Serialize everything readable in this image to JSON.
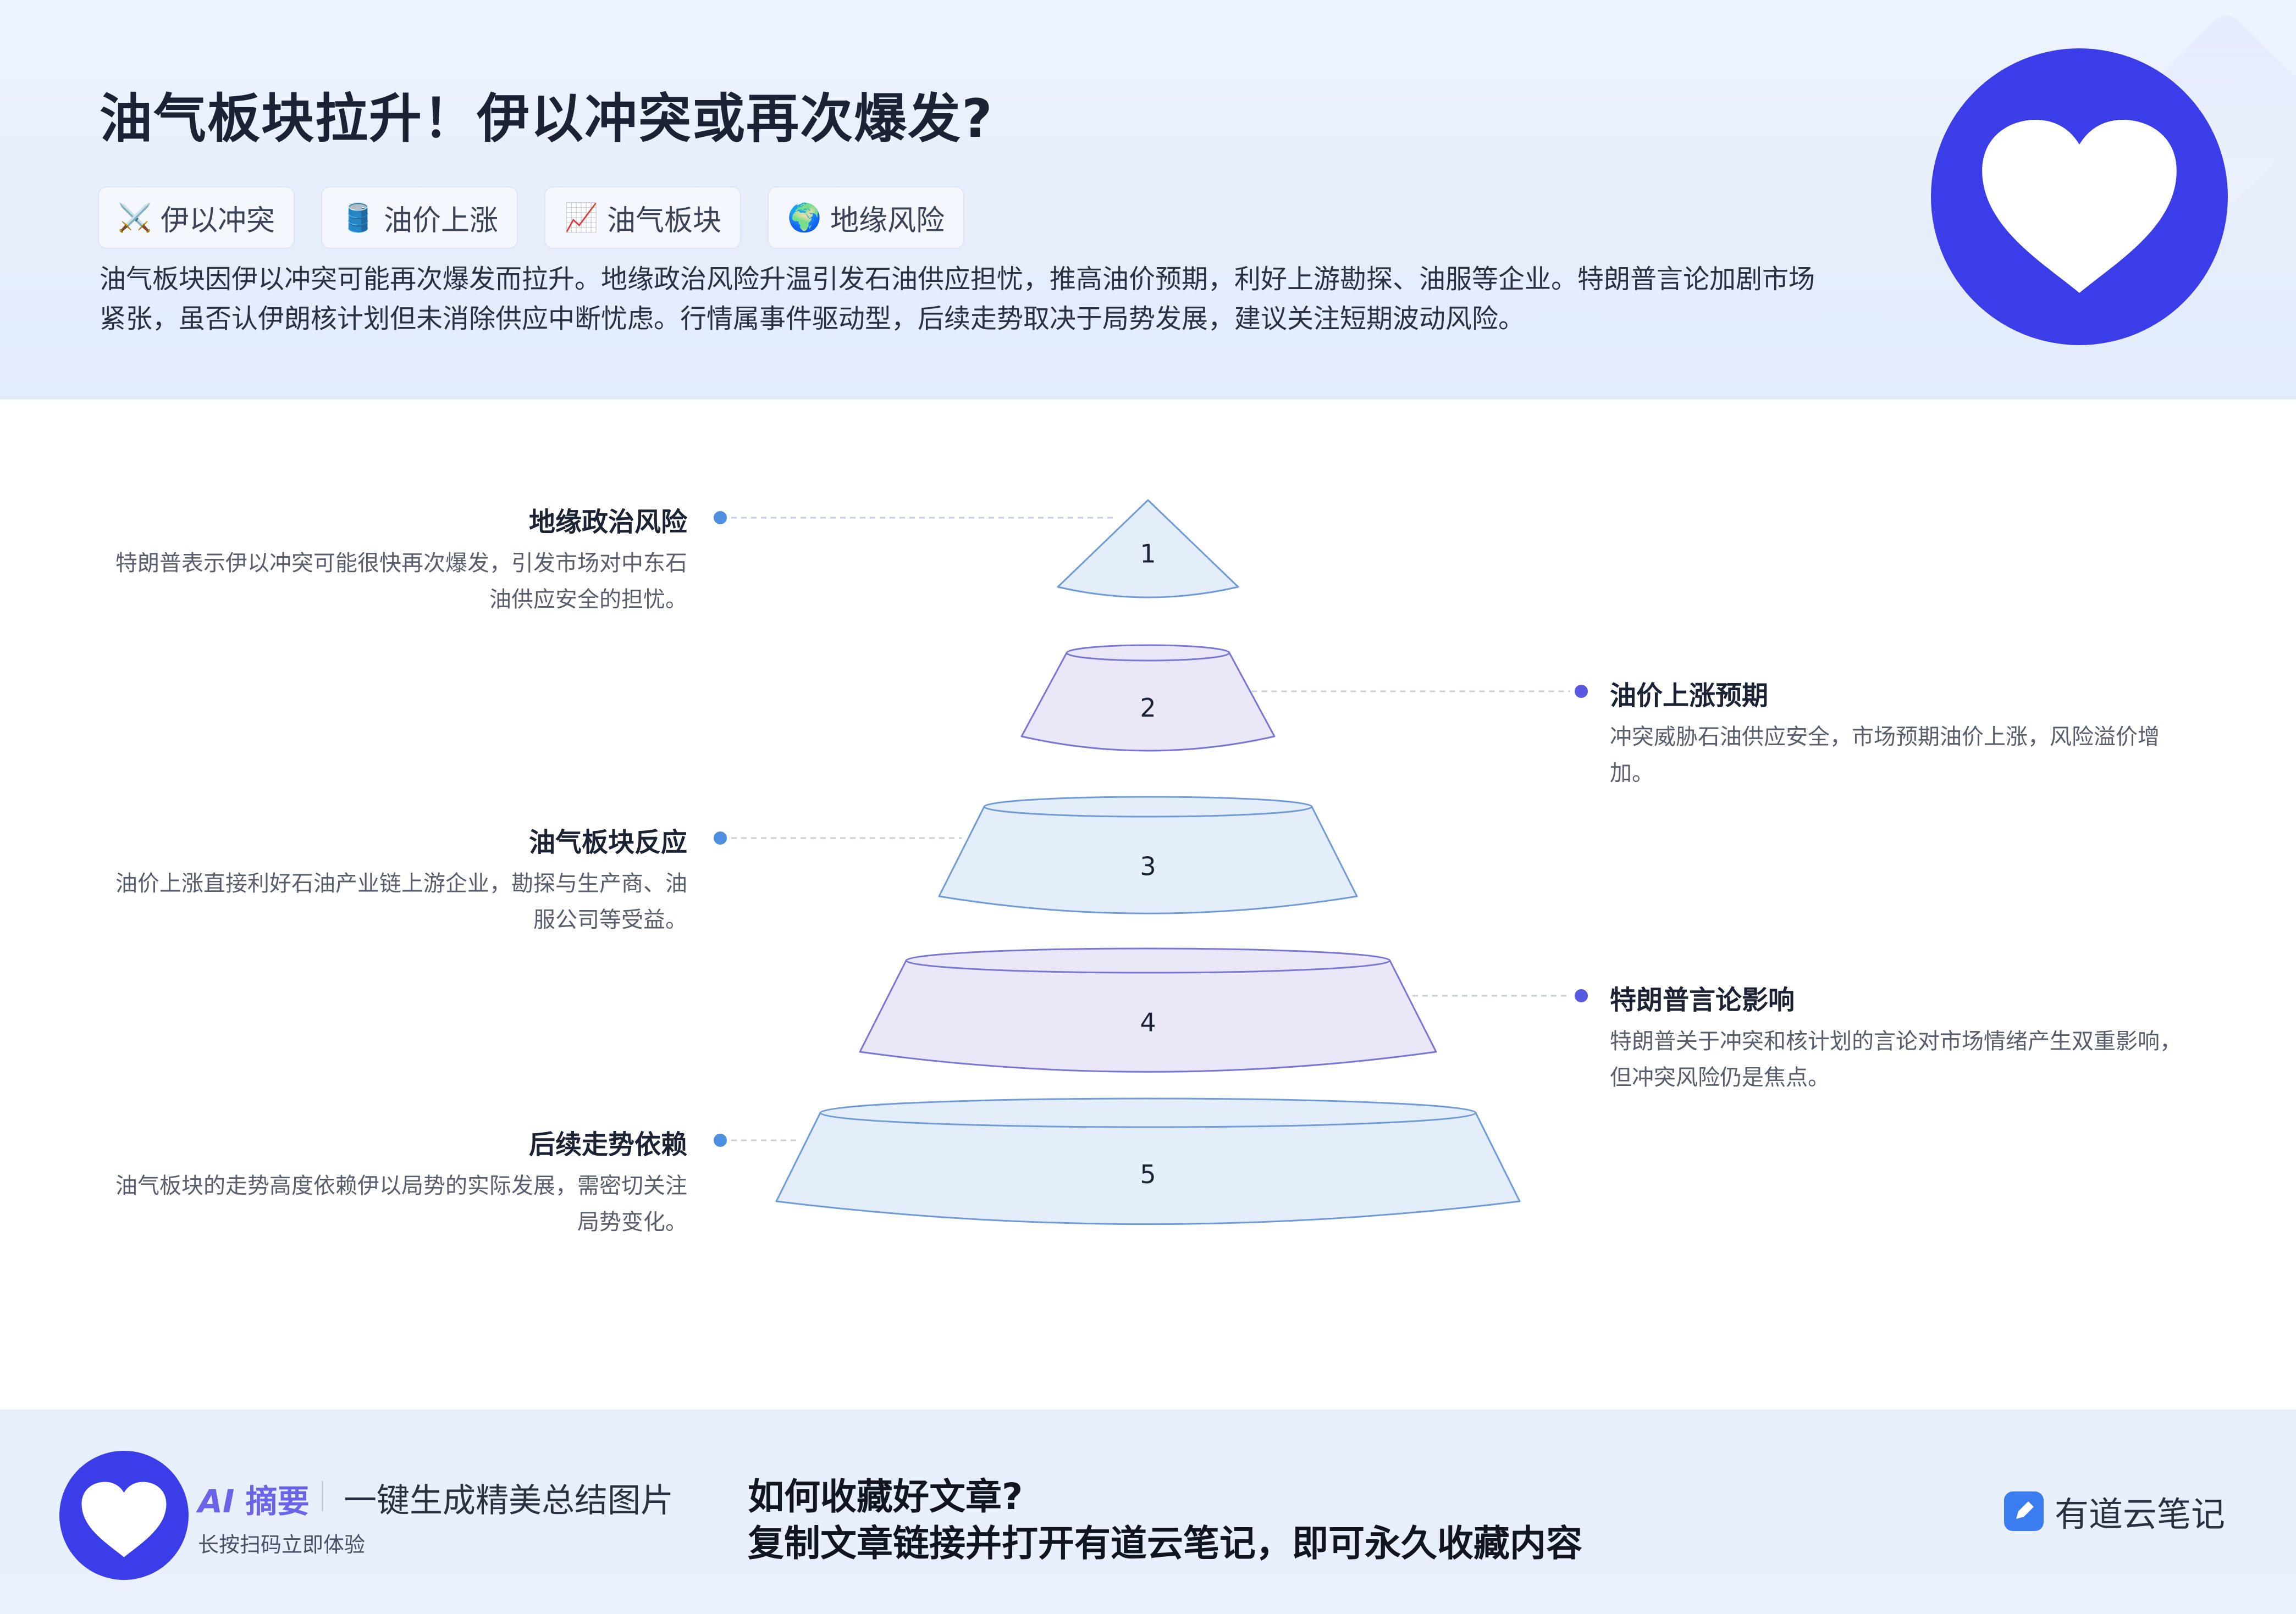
{
  "header": {
    "title": "油气板块拉升！伊以冲突或再次爆发?",
    "tags": [
      {
        "icon": "⚔️",
        "icon_name": "crossed-swords-icon",
        "label": "伊以冲突"
      },
      {
        "icon": "🛢️",
        "icon_name": "oil-drum-icon",
        "label": "油价上涨"
      },
      {
        "icon": "📈",
        "icon_name": "chart-up-icon",
        "label": "油气板块"
      },
      {
        "icon": "🌍",
        "icon_name": "globe-icon",
        "label": "地缘风险"
      }
    ],
    "summary": "油气板块因伊以冲突可能再次爆发而拉升。地缘政治风险升温引发石油供应担忧，推高油价预期，利好上游勘探、油服等企业。特朗普言论加剧市场紧张，虽否认伊朗核计划但未消除供应中断忧虑。行情属事件驱动型，后续走势取决于局势发展，建议关注短期波动风险。"
  },
  "pyramid": {
    "levels": [
      {
        "number": "1",
        "side": "left",
        "title": "地缘政治风险",
        "desc": "特朗普表示伊以冲突可能很快再次爆发，引发市场对中东石油供应安全的担忧。",
        "fill": "#e4eefb",
        "stroke": "#6f9bd8",
        "dot": "#4f8fe0"
      },
      {
        "number": "2",
        "side": "right",
        "title": "油价上涨预期",
        "desc": "冲突威胁石油供应安全，市场预期油价上涨，风险溢价增加。",
        "fill": "#eae8f8",
        "stroke": "#7a76d6",
        "dot": "#5a57e0"
      },
      {
        "number": "3",
        "side": "left",
        "title": "油气板块反应",
        "desc": "油价上涨直接利好石油产业链上游企业，勘探与生产商、油服公司等受益。",
        "fill": "#e4eefb",
        "stroke": "#6f9bd8",
        "dot": "#4f8fe0"
      },
      {
        "number": "4",
        "side": "right",
        "title": "特朗普言论影响",
        "desc": "特朗普关于冲突和核计划的言论对市场情绪产生双重影响，但冲突风险仍是焦点。",
        "fill": "#eae8f8",
        "stroke": "#7a76d6",
        "dot": "#5a57e0"
      },
      {
        "number": "5",
        "side": "left",
        "title": "后续走势依赖",
        "desc": "油气板块的走势高度依赖伊以局势的实际发展，需密切关注局势变化。",
        "fill": "#e4eefb",
        "stroke": "#6f9bd8",
        "dot": "#4f8fe0"
      }
    ]
  },
  "footer": {
    "ai_label": "AI",
    "ai_word": "摘要",
    "slogan": "一键生成精美总结图片",
    "sub": "长按扫码立即体验",
    "question": "如何收藏好文章?",
    "answer": "复制文章链接并打开有道云笔记，即可永久收藏内容",
    "brand": "有道云笔记"
  },
  "colors": {
    "accent": "#3b3ee8",
    "brand_blue": "#3b7cf0",
    "header_bg": "#e6eefc"
  }
}
